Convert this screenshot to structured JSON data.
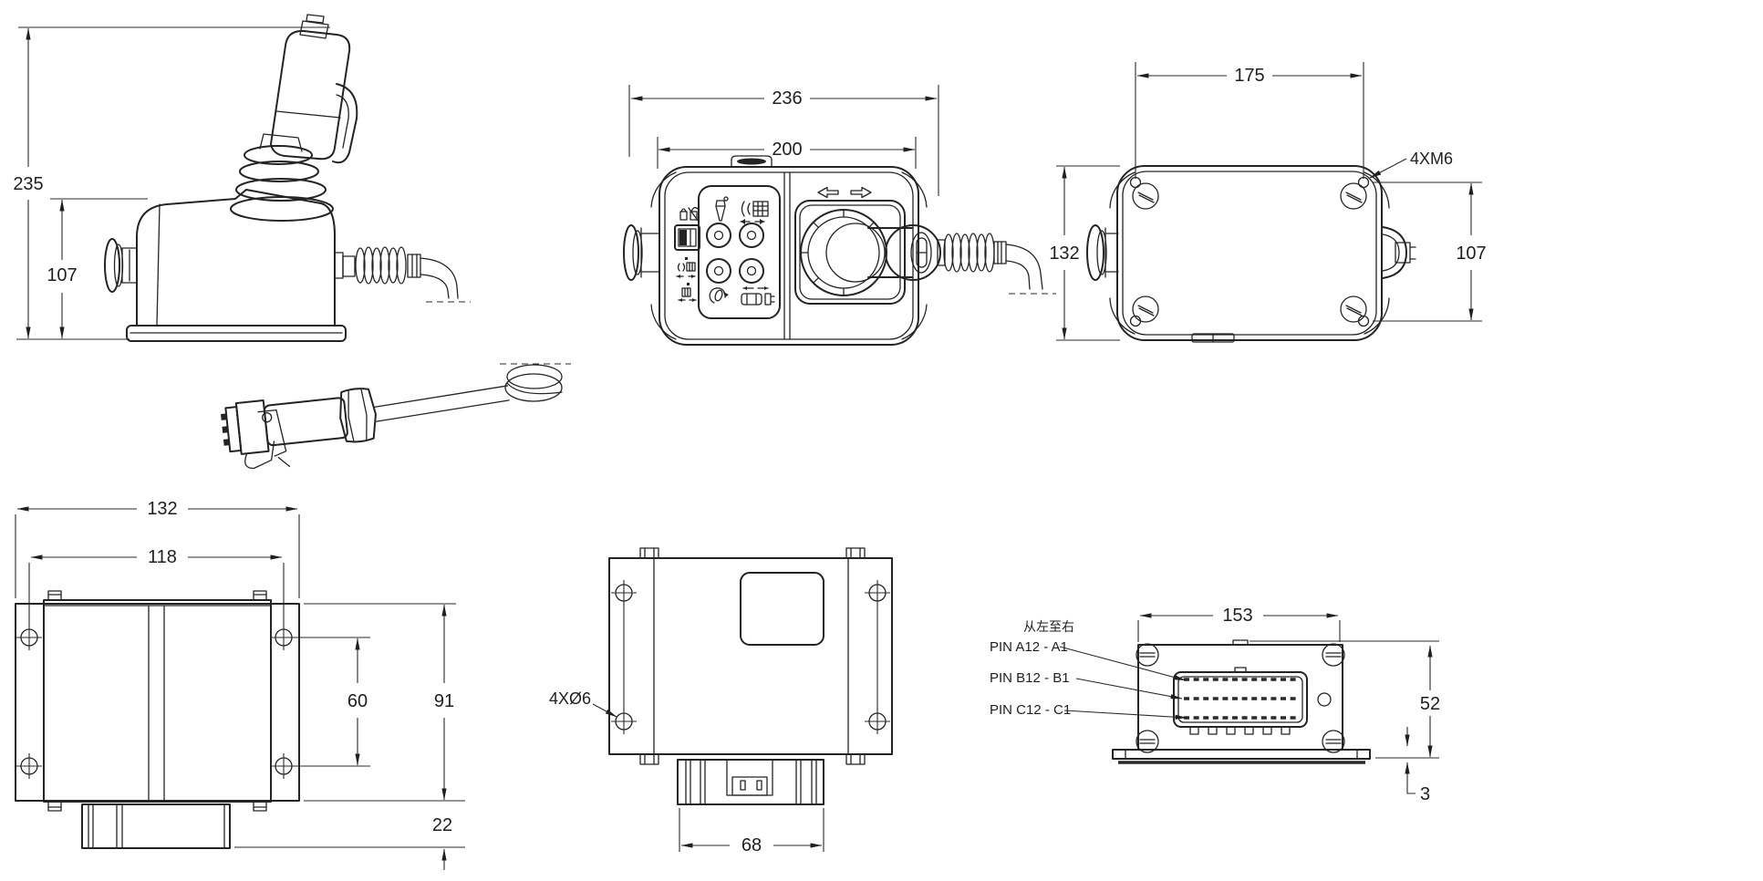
{
  "drawing": {
    "background": "#ffffff",
    "ink": "#1f1f1f",
    "views": {
      "joystick_side": {
        "dim_total_height": "235",
        "dim_base_height": "107"
      },
      "joystick_top": {
        "dim_total_width": "236",
        "dim_body_width": "200",
        "icons": [
          "lock-unlock-icon",
          "power-switch-icon",
          "feed-grid-small-icon",
          "feed-micro-icon",
          "drill-bit-icon",
          "grid-spread-icon",
          "left-arrow-icon",
          "right-arrow-icon",
          "rotate-icon",
          "vehicle-plug-icon"
        ]
      },
      "joystick_bottom": {
        "dim_mount_hole_spacing_w": "175",
        "dim_body_height": "132",
        "dim_mount_hole_spacing_h": "107",
        "note_thread": "4XM6"
      },
      "amplifier_front": {
        "dim_plate_width": "132",
        "dim_hole_spacing_w": "118",
        "dim_hole_spacing_h": "60",
        "dim_body_height": "91",
        "dim_connector_depth": "22"
      },
      "amplifier_top": {
        "note_holes": "4XØ6",
        "dim_connector_width": "68"
      },
      "amplifier_connector": {
        "dim_width": "153",
        "dim_height": "52",
        "dim_flange": "3",
        "note_pin_order": "从左至右",
        "pins": [
          {
            "label": "PIN A12 - A1"
          },
          {
            "label": "PIN B12 - B1"
          },
          {
            "label": "PIN C12 - C1"
          }
        ]
      }
    }
  }
}
